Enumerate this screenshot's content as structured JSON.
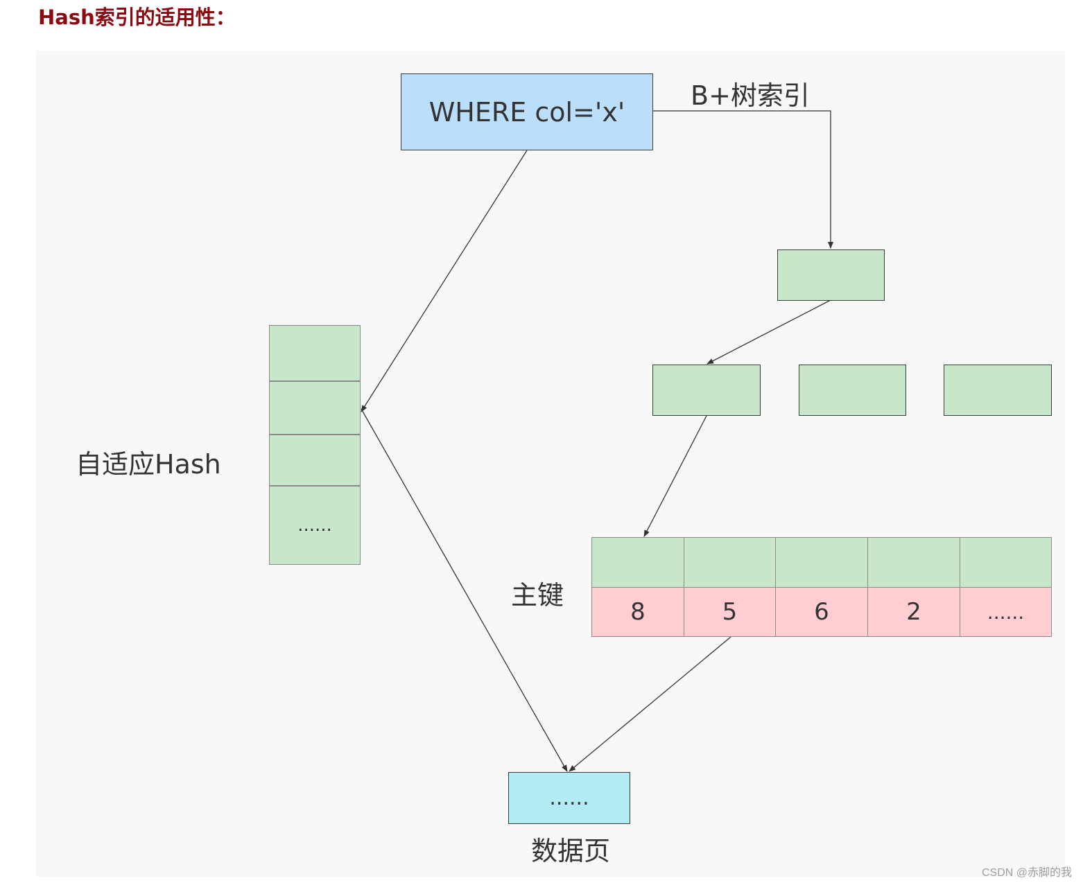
{
  "heading": "Hash索引的适用性：",
  "query": "WHERE col='x'",
  "labels": {
    "btree": "B+树索引",
    "adaptive_hash": "自适应Hash",
    "primary_key": "主键",
    "data_page": "数据页"
  },
  "hash_cells": [
    "",
    "",
    "",
    "......"
  ],
  "primary_key_values": [
    "8",
    "5",
    "6",
    "2",
    "......"
  ],
  "data_page_content": "......",
  "watermark": "CSDN @赤脚的我",
  "colors": {
    "heading": "#8b0a12",
    "query_box": "#bbdefb",
    "node_green": "#c8e6c9",
    "key_pink": "#ffcdd2",
    "page_cyan": "#b2ebf2"
  }
}
